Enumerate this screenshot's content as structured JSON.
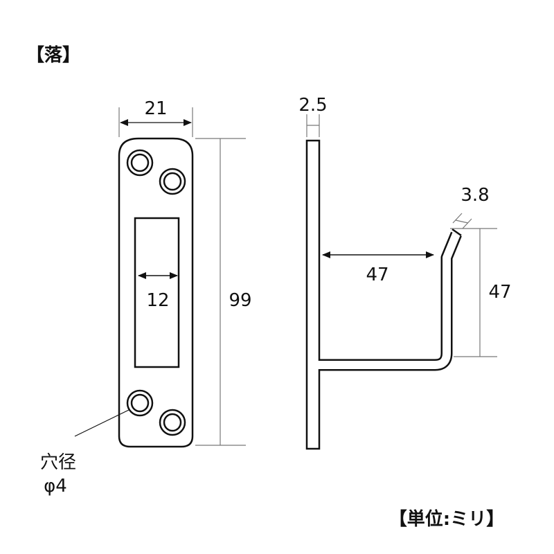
{
  "title": "【落】",
  "unit_note": "【単位:ミリ】",
  "front_view": {
    "width_label": "21",
    "slot_width_label": "12",
    "height_label": "99",
    "hole_label_line1": "穴径",
    "hole_label_line2": "φ4"
  },
  "side_view": {
    "plate_thickness_label": "2.5",
    "rod_diameter_label": "3.8",
    "projection_label": "47",
    "hook_height_label": "47"
  }
}
